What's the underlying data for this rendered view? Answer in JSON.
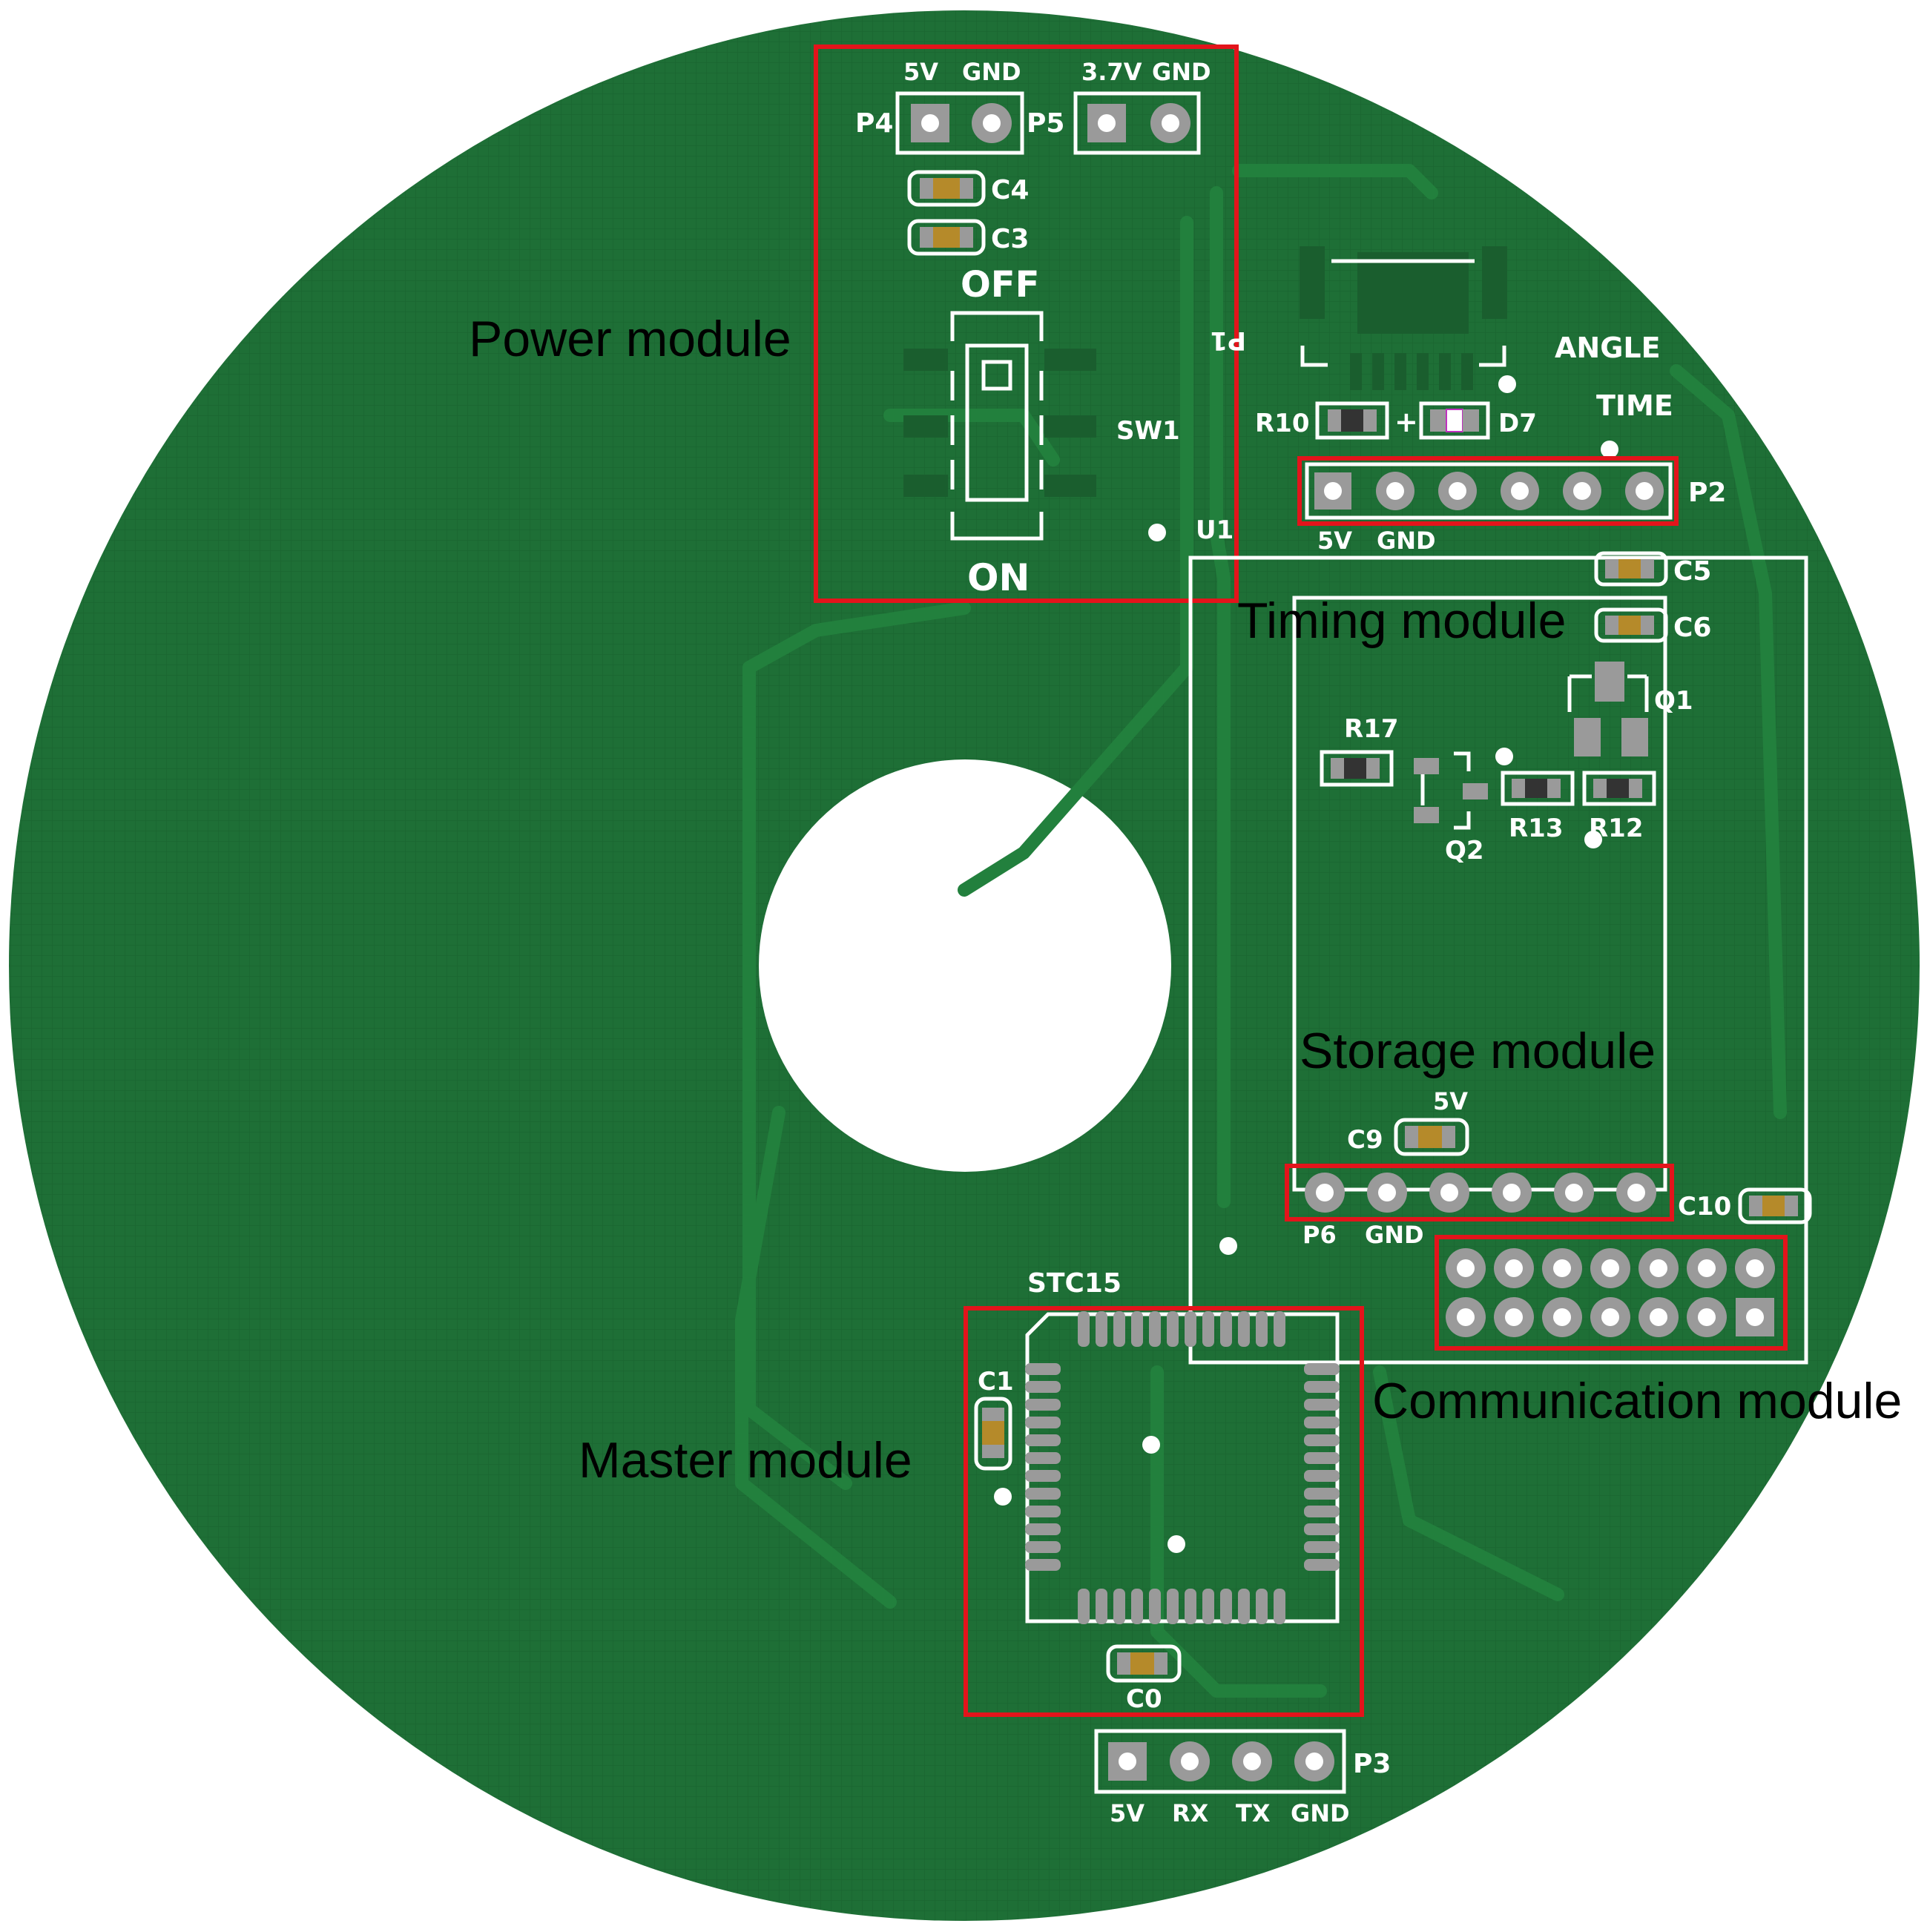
{
  "modules": {
    "power": "Power module",
    "timing": "Timing module",
    "storage": "Storage module",
    "master": "Master module",
    "communication": "Communication module"
  },
  "silkscreen": {
    "p4": "P4",
    "p5": "P5",
    "p4_5v": "5V",
    "p4_gnd": "GND",
    "p5_37v": "3.7V",
    "p5_gnd": "GND",
    "c4": "C4",
    "c3": "C3",
    "off": "OFF",
    "on": "ON",
    "sw1": "SW1",
    "u1": "U1",
    "p1": "P1",
    "angle": "ANGLE",
    "time": "TIME",
    "r10": "R10",
    "plus": "+",
    "d7": "D7",
    "p2": "P2",
    "p2_5v": "5V",
    "p2_gnd": "GND",
    "c5": "C5",
    "c6": "C6",
    "q1": "Q1",
    "r17": "R17",
    "q2": "Q2",
    "r13": "R13",
    "r12": "R12",
    "c9_5v": "5V",
    "c9": "C9",
    "p6": "P6",
    "p6_gnd": "GND",
    "c10": "C10",
    "stc15": "STC15",
    "c1": "C1",
    "c0": "C0",
    "p3": "P3",
    "p3_5v": "5V",
    "p3_rx": "RX",
    "p3_tx": "TX",
    "p3_gnd": "GND"
  },
  "colors": {
    "board": "#1e6f36",
    "trace": "#22803d",
    "silkscreen": "#ffffff",
    "highlight_box": "#e3141b",
    "pad": "#9a9a9a",
    "smd": "#b58a2a"
  }
}
